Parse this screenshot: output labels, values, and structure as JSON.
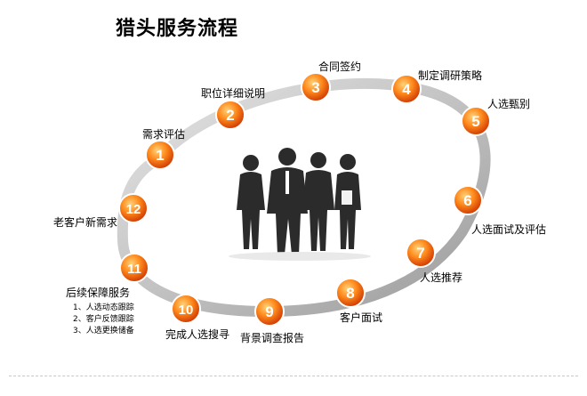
{
  "title": "猎头服务流程",
  "steps": [
    {
      "num": "1",
      "label": "需求评估"
    },
    {
      "num": "2",
      "label": "职位详细说明"
    },
    {
      "num": "3",
      "label": "合同签约"
    },
    {
      "num": "4",
      "label": "制定调研策略"
    },
    {
      "num": "5",
      "label": "人选甄别"
    },
    {
      "num": "6",
      "label": "人选面试及评估"
    },
    {
      "num": "7",
      "label": "人选推荐"
    },
    {
      "num": "8",
      "label": "客户面试"
    },
    {
      "num": "9",
      "label": "背景调查报告"
    },
    {
      "num": "10",
      "label": "完成人选搜寻"
    },
    {
      "num": "11",
      "label": "后续保障服务"
    },
    {
      "num": "12",
      "label": "老客户新需求"
    }
  ],
  "service_items": [
    "1、人选动态跟踪",
    "2、客户反馈跟踪",
    "3、人选更换储备"
  ],
  "colors": {
    "circle_light": "#ffb04a",
    "circle_dark": "#d83a00",
    "ring": "#bdbdbd",
    "people": "#2b2b2b"
  },
  "icons": [
    "people-silhouette-icon"
  ]
}
